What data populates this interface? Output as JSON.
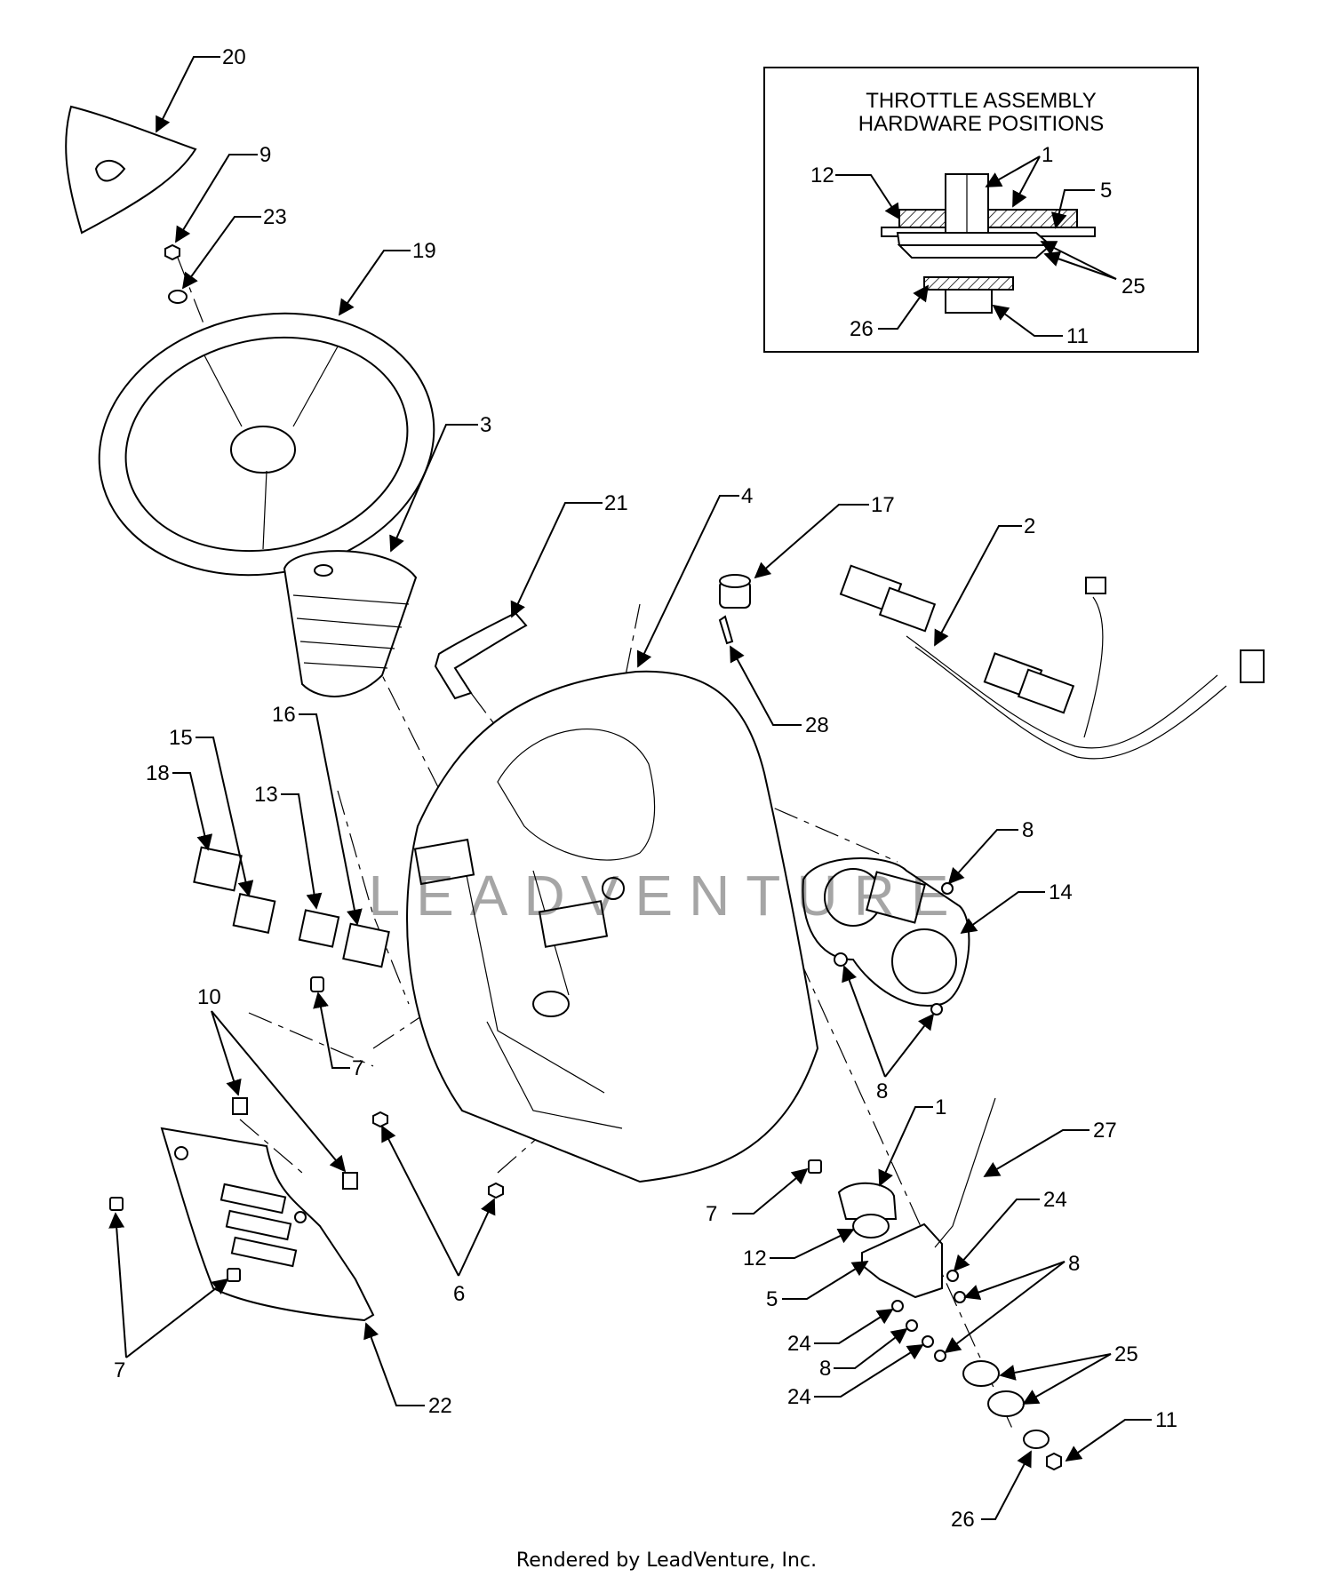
{
  "inset": {
    "title_line1": "THROTTLE ASSEMBLY",
    "title_line2": "HARDWARE POSITIONS",
    "callouts": [
      {
        "id": "i-12",
        "label": "12"
      },
      {
        "id": "i-1",
        "label": "1"
      },
      {
        "id": "i-5",
        "label": "5"
      },
      {
        "id": "i-25",
        "label": "25"
      },
      {
        "id": "i-26",
        "label": "26"
      },
      {
        "id": "i-11",
        "label": "11"
      }
    ]
  },
  "callouts": [
    {
      "id": "c20",
      "label": "20"
    },
    {
      "id": "c9",
      "label": "9"
    },
    {
      "id": "c23",
      "label": "23"
    },
    {
      "id": "c19",
      "label": "19"
    },
    {
      "id": "c3",
      "label": "3"
    },
    {
      "id": "c21",
      "label": "21"
    },
    {
      "id": "c4",
      "label": "4"
    },
    {
      "id": "c17",
      "label": "17"
    },
    {
      "id": "c2",
      "label": "2"
    },
    {
      "id": "c28",
      "label": "28"
    },
    {
      "id": "c16",
      "label": "16"
    },
    {
      "id": "c15",
      "label": "15"
    },
    {
      "id": "c18",
      "label": "18"
    },
    {
      "id": "c13",
      "label": "13"
    },
    {
      "id": "c8a",
      "label": "8"
    },
    {
      "id": "c14",
      "label": "14"
    },
    {
      "id": "c7a",
      "label": "7"
    },
    {
      "id": "c10",
      "label": "10"
    },
    {
      "id": "c8b",
      "label": "8"
    },
    {
      "id": "c1",
      "label": "1"
    },
    {
      "id": "c27",
      "label": "27"
    },
    {
      "id": "c7b",
      "label": "7"
    },
    {
      "id": "c24a",
      "label": "24"
    },
    {
      "id": "c12",
      "label": "12"
    },
    {
      "id": "c8c",
      "label": "8"
    },
    {
      "id": "c5",
      "label": "5"
    },
    {
      "id": "c6",
      "label": "6"
    },
    {
      "id": "c24b",
      "label": "24"
    },
    {
      "id": "c8d",
      "label": "8"
    },
    {
      "id": "c25",
      "label": "25"
    },
    {
      "id": "c24c",
      "label": "24"
    },
    {
      "id": "c7c",
      "label": "7"
    },
    {
      "id": "c22",
      "label": "22"
    },
    {
      "id": "c11",
      "label": "11"
    },
    {
      "id": "c26",
      "label": "26"
    }
  ],
  "watermark": "LEADVENTURE",
  "footer": "Rendered by LeadVenture, Inc."
}
